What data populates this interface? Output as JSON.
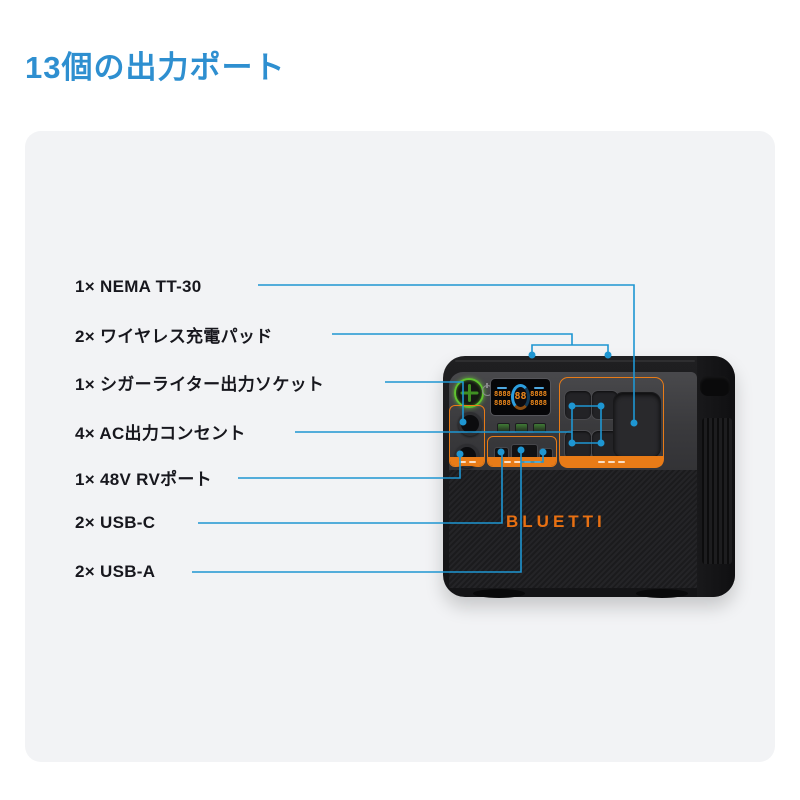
{
  "title": "13個の出力ポート",
  "ports": {
    "items": [
      {
        "label": "1× NEMA TT-30"
      },
      {
        "label": "2× ワイヤレス充電パッド"
      },
      {
        "label": "1× シガーライター出力ソケット"
      },
      {
        "label": "4× AC出力コンセント"
      },
      {
        "label": "1× 48V RVポート"
      },
      {
        "label": "2× USB-C"
      },
      {
        "label": "2× USB-A"
      }
    ]
  },
  "device": {
    "brand": "BLUETTI",
    "screen": {
      "seg4": "8888",
      "seg2": "88"
    }
  },
  "colors": {
    "title_blue": "#2E8FD0",
    "connector_blue": "#1E96D2",
    "accent_orange": "#E87B17",
    "label_dark": "#17171D",
    "card_bg": "#F2F3F5",
    "body_dark": "#1C1C1E"
  }
}
